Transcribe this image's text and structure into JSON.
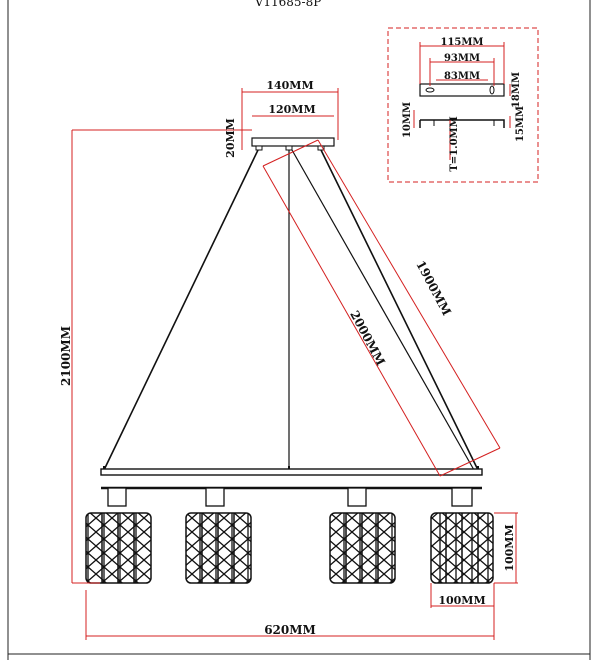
{
  "header": {
    "model": "V11685-8P"
  },
  "dimensions": {
    "canopy_width": "140MM",
    "canopy_inner": "120MM",
    "canopy_height": "20MM",
    "total_height": "2100MM",
    "cable_long": "1900MM",
    "cable_short": "2000MM",
    "shade_height": "100MM",
    "shade_width": "100MM",
    "total_width": "620MM"
  },
  "inset": {
    "width_outer": "115MM",
    "width_mid": "93MM",
    "width_inner": "83MM",
    "height_right": "18MM",
    "height_left": "10MM",
    "thickness": "T=1.0MM",
    "depth_right": "15MM"
  },
  "colors": {
    "dimension": "#d42020",
    "drawing": "#111111"
  }
}
